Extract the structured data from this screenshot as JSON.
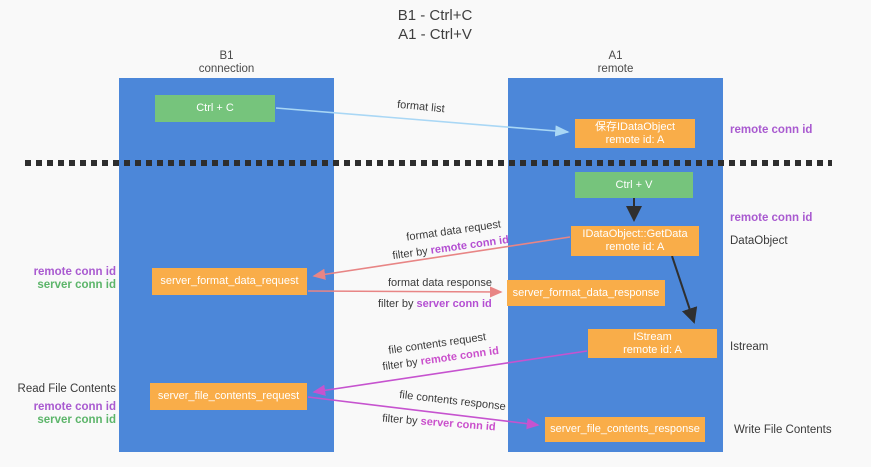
{
  "title": {
    "line1": "B1 - Ctrl+C",
    "line2": "A1 - Ctrl+V"
  },
  "lanes": {
    "left": {
      "title": "B1",
      "subtitle": "connection"
    },
    "right": {
      "title": "A1",
      "subtitle": "remote"
    }
  },
  "boxes": {
    "ctrl_c": "Ctrl + C",
    "ctrl_v": "Ctrl + V",
    "save_idataobject": {
      "line1": "保存IDataObject",
      "line2": "remote id: A"
    },
    "getdata": {
      "line1": "IDataObject::GetData",
      "line2": "remote id: A"
    },
    "istream": {
      "line1": "IStream",
      "line2": "remote id: A"
    },
    "server_format_data_request": "server_format_data_request",
    "server_format_data_response": "server_format_data_response",
    "server_file_contents_request": "server_file_contents_request",
    "server_file_contents_response": "server_file_contents_response"
  },
  "flow_labels": {
    "format_list": "format list",
    "format_data_request": "format data request",
    "format_data_response": "format data response",
    "file_contents_request": "file contents request",
    "file_contents_response": "file contents response",
    "filter_by": "filter by",
    "remote_conn_id": "remote conn id",
    "server_conn_id": "server conn id"
  },
  "side_labels": {
    "remote_conn_id": "remote conn id",
    "server_conn_id": "server conn id",
    "dataobject": "DataObject",
    "istream": "Istream",
    "read_file_contents": "Read File Contents",
    "write_file_contents": "Write File Contents"
  },
  "colors": {
    "lane_blue": "#4c87d9",
    "box_orange": "#f9ad49",
    "box_green": "#76c47c",
    "arrow_black": "#2f2f2f",
    "arrow_light_blue": "#a9d7f5",
    "arrow_salmon": "#e88585",
    "arrow_magenta": "#c653cf",
    "highlight_purple": "#b44fd2",
    "highlight_magenta": "#ca50cc",
    "side_purple": "#a95ad0",
    "side_green": "#5cb56a"
  }
}
